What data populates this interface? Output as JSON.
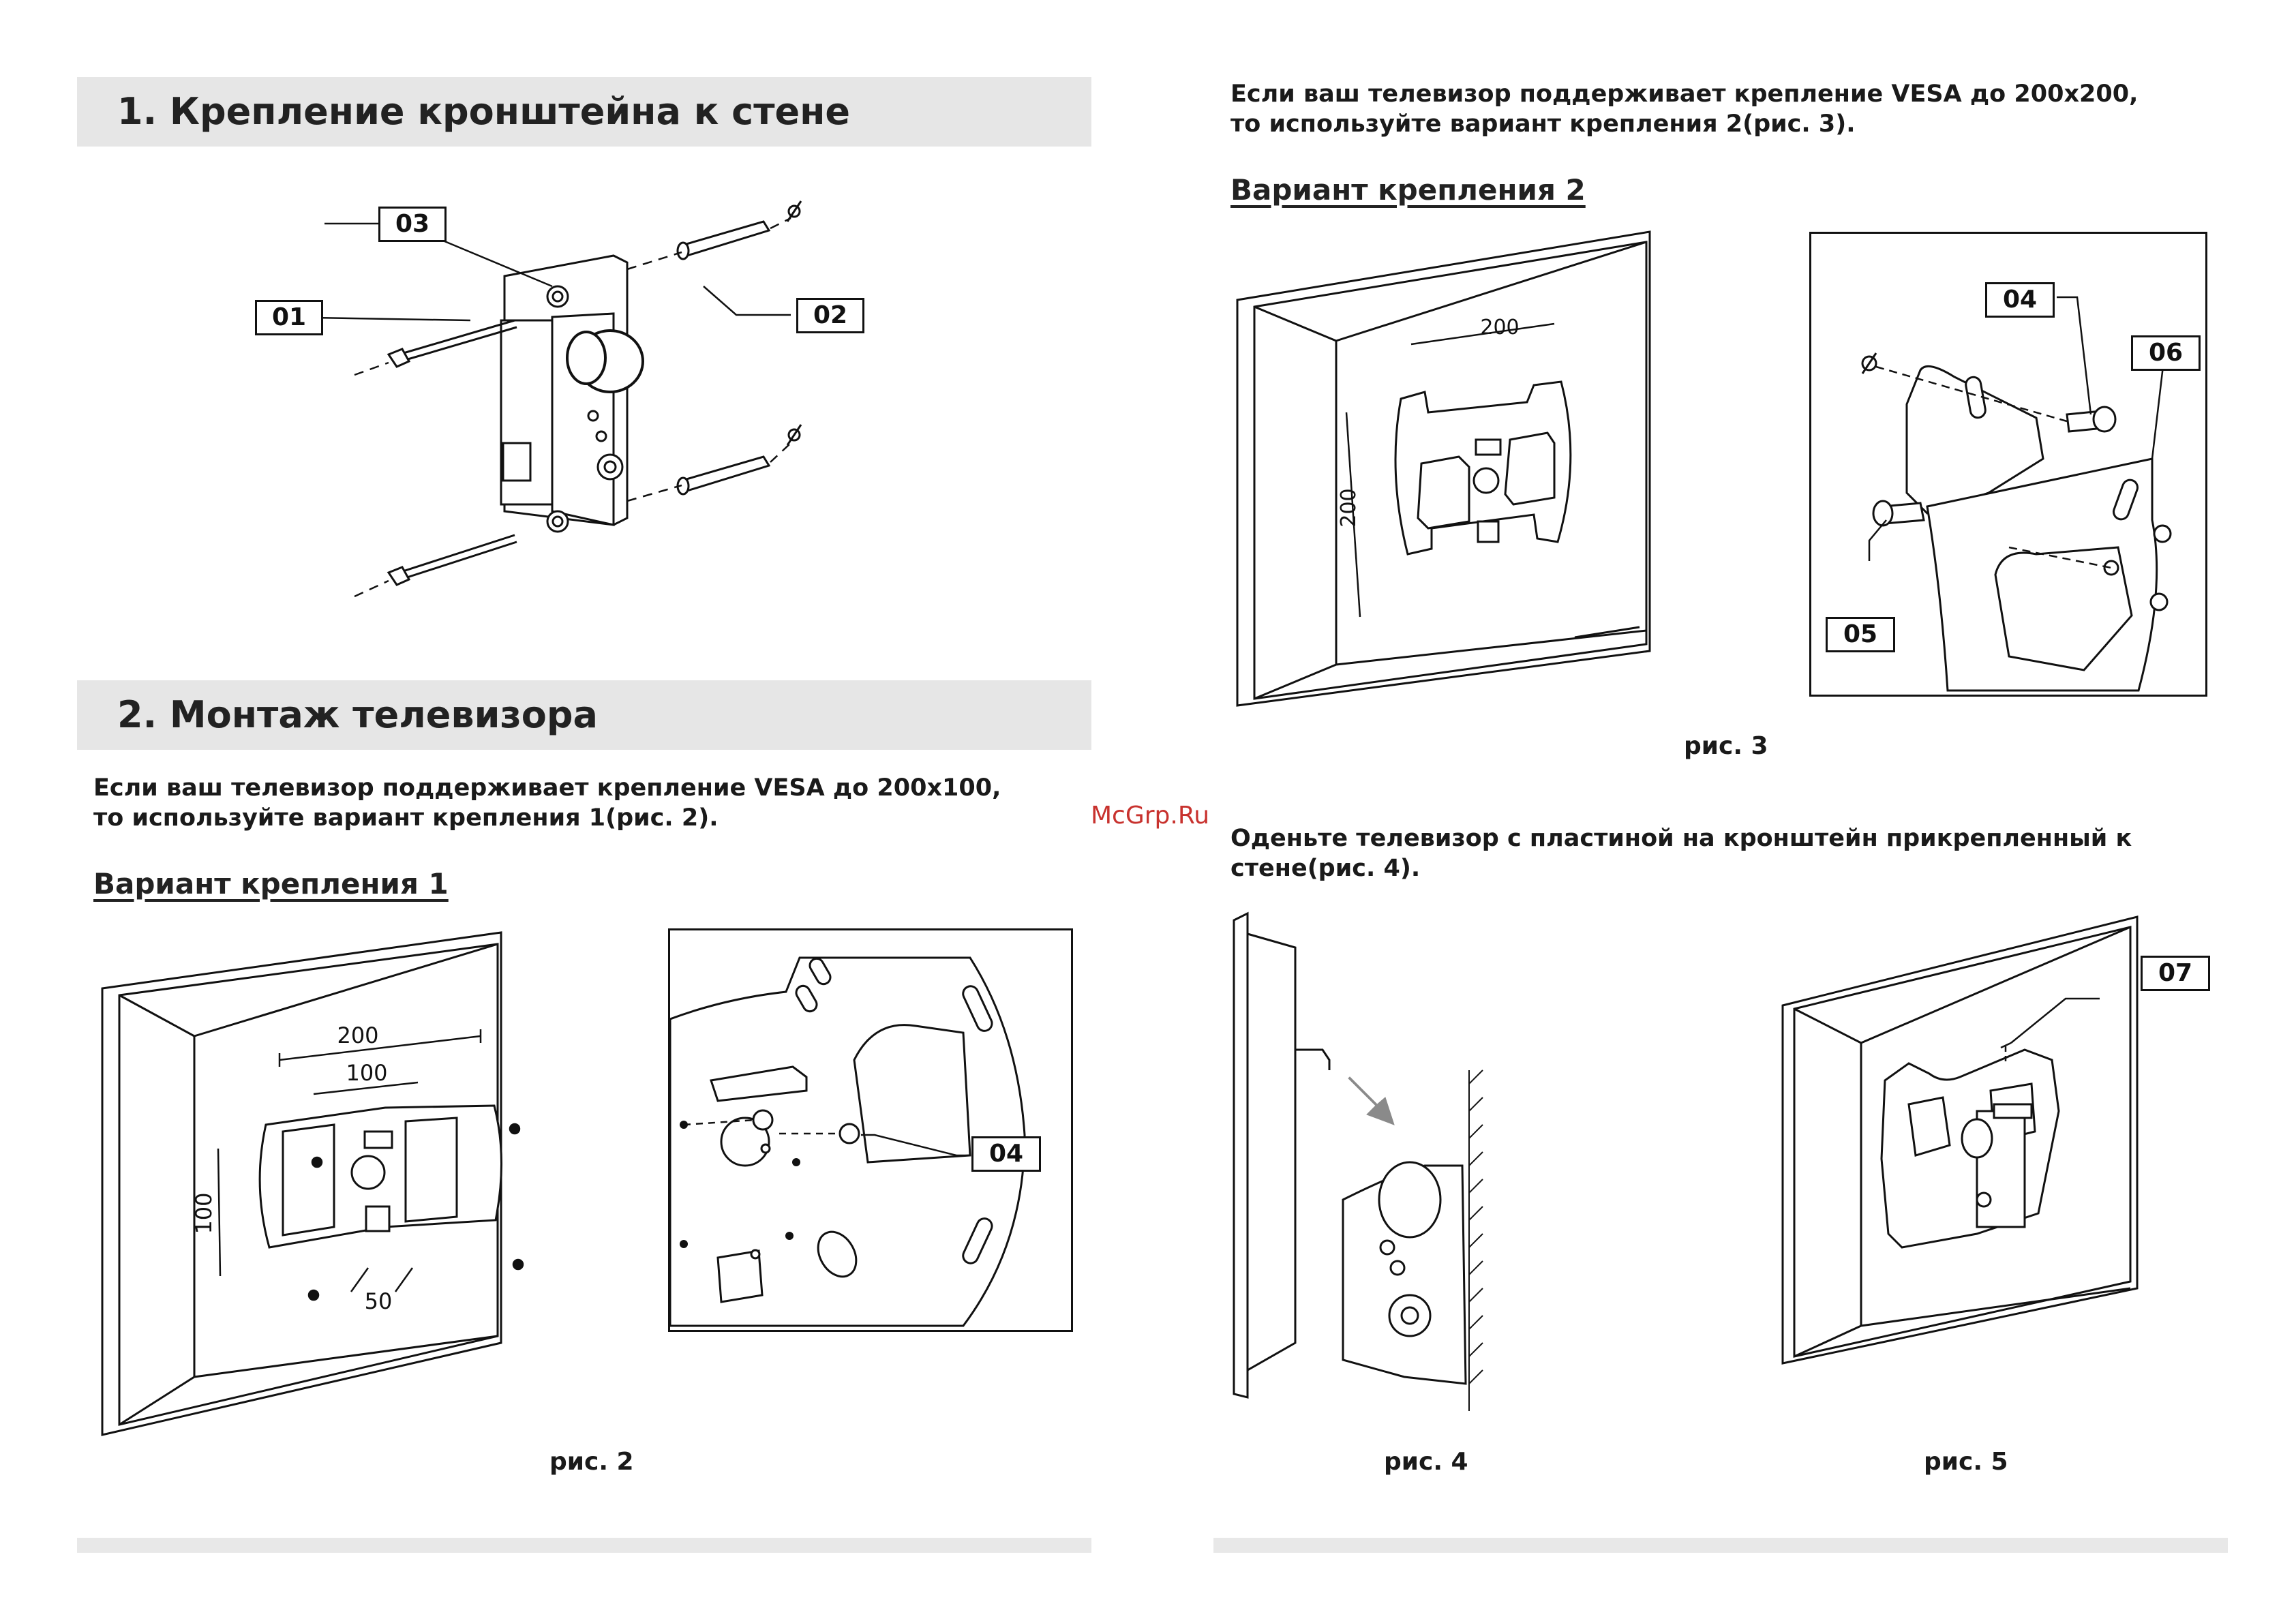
{
  "left": {
    "section1_title": "1. Крепление кронштейна к стене",
    "section2_title": "2. Монтаж телевизора",
    "section2_text": "Если ваш телевизор поддерживает крепление VESA до 200x100, то используйте вариант крепления 1(рис. 2).",
    "variant1_title": "Вариант крепления 1",
    "fig2_caption": "рис. 2"
  },
  "right": {
    "intro_text": "Если ваш телевизор поддерживает крепление VESA до 200x200, то используйте вариант крепления 2(рис. 3).",
    "variant2_title": "Вариант крепления 2",
    "fig3_caption": "рис. 3",
    "hang_text": "Оденьте телевизор с пластиной на кронштейн прикрепленный к стене(рис. 4).",
    "fig4_caption": "рис. 4",
    "fig5_caption": "рис. 5"
  },
  "watermark": "McGrp.Ru",
  "callouts": {
    "c01": "01",
    "c02": "02",
    "c03": "03",
    "c04": "04",
    "c05": "05",
    "c06": "06",
    "c07": "07"
  },
  "dimensions": {
    "fig2_width_outer": "200",
    "fig2_width_inner": "100",
    "fig2_height": "100",
    "fig2_bottom": "50",
    "fig3_width": "200",
    "fig3_height": "200"
  },
  "colors": {
    "section_bar": "#e6e6e6",
    "watermark": "#c8322e"
  }
}
